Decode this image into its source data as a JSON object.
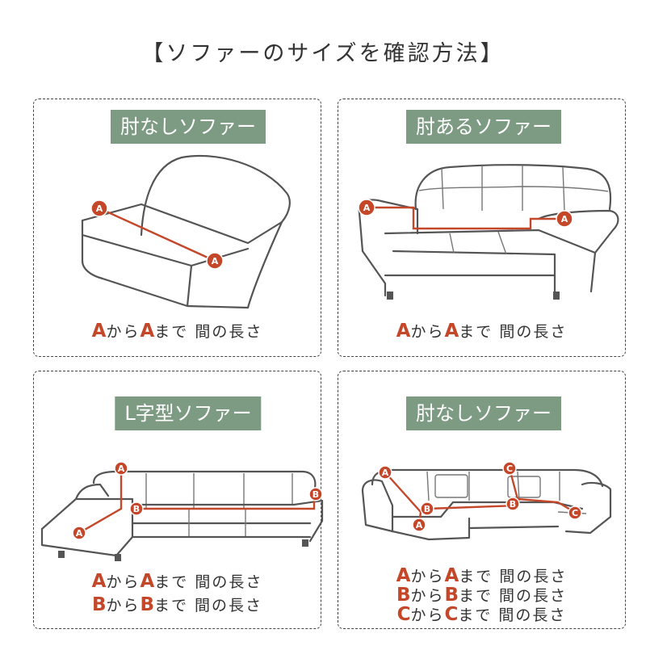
{
  "title": "【ソファーのサイズを確認方法】",
  "panels": [
    {
      "tag": "肘なしソファー",
      "captions": [
        {
          "k1": "A",
          "m1": "から",
          "k2": "A",
          "m2": "まで 間の長さ"
        }
      ]
    },
    {
      "tag": "肘あるソファー",
      "captions": [
        {
          "k1": "A",
          "m1": "から",
          "k2": "A",
          "m2": "まで 間の長さ"
        }
      ]
    },
    {
      "tag": "L字型ソファー",
      "captions": [
        {
          "k1": "A",
          "m1": "から",
          "k2": "A",
          "m2": "まで 間の長さ"
        },
        {
          "k1": "B",
          "m1": "から",
          "k2": "B",
          "m2": "まで 間の長さ"
        }
      ]
    },
    {
      "tag": "肘なしソファー",
      "captions": [
        {
          "k1": "A",
          "m1": "から",
          "k2": "A",
          "m2": "まで 間の長さ"
        },
        {
          "k1": "B",
          "m1": "から",
          "k2": "B",
          "m2": "まで 間の長さ"
        },
        {
          "k1": "C",
          "m1": "から",
          "k2": "C",
          "m2": "まで 間の長さ"
        }
      ]
    }
  ],
  "markers": [
    "A",
    "B",
    "C"
  ],
  "colors": {
    "tag_green": "#7d9a83",
    "marker_red": "#c4472a"
  }
}
